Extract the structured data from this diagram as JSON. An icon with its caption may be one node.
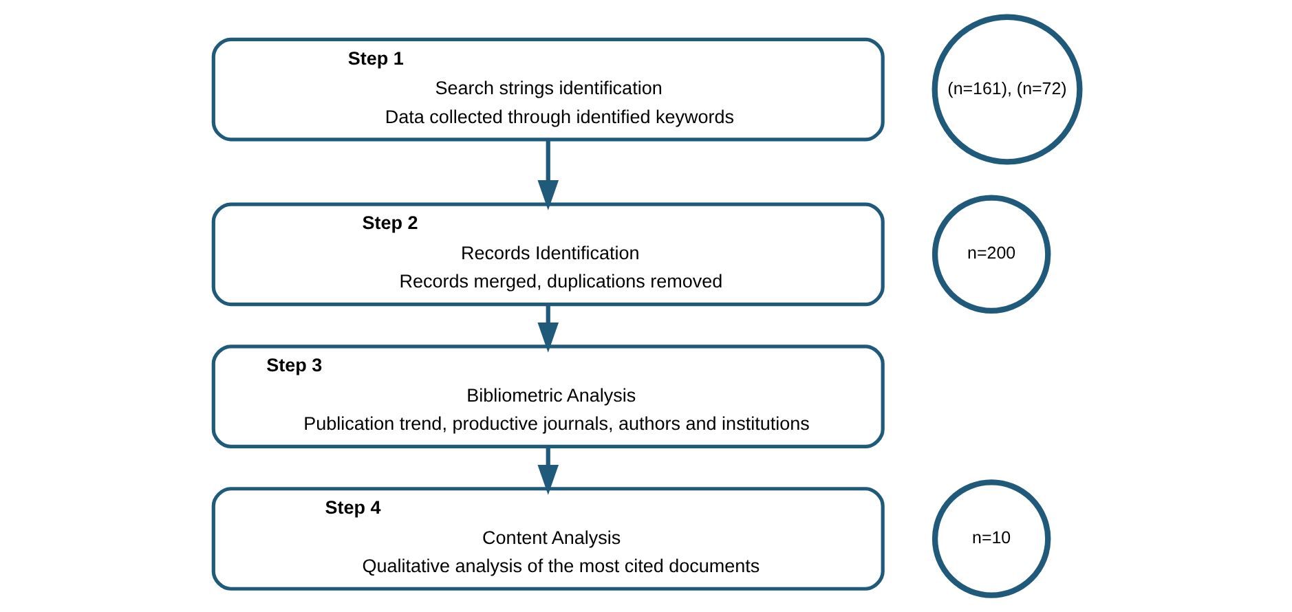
{
  "diagram": {
    "nodes": [
      {
        "text": [
          "Step 1",
          "Search strings identification",
          "Data collected through identified keywords"
        ]
      },
      {
        "text": [
          "(n=161), (n=72)"
        ]
      },
      {
        "text": [
          "Step 2",
          "Records Identification",
          "Records merged, duplications removed"
        ]
      },
      {
        "text": [
          "n=200"
        ]
      },
      {
        "text": [
          "Step 3",
          "Bibliometric Analysis",
          "Publication trend, productive journals, authors and institutions"
        ]
      },
      {
        "text": [
          "Step 4",
          "Content Analysis",
          "Qualitative analysis of the most cited documents"
        ]
      },
      {
        "text": [
          "n=10"
        ]
      }
    ],
    "edges": [
      {
        "from": 0,
        "to": 2,
        "arrow": "to"
      },
      {
        "from": 2,
        "to": 4,
        "arrow": "to"
      },
      {
        "from": 4,
        "to": 5,
        "arrow": "to"
      }
    ]
  }
}
